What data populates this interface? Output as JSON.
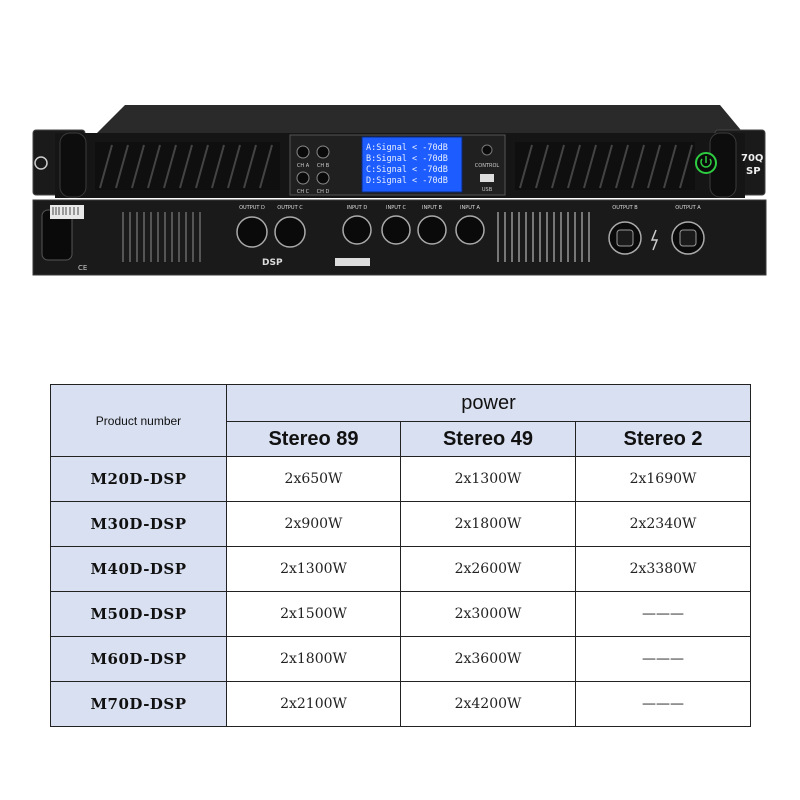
{
  "device": {
    "front": {
      "lcd_lines": [
        "A:Signal < -70dB",
        "B:Signal < -70dB",
        "C:Signal < -70dB",
        "D:Signal < -70dB"
      ],
      "knob_labels": [
        "CH A",
        "CH B",
        "CH C",
        "CH D"
      ],
      "control_label": "CONTROL",
      "usb_label": "USB",
      "model_badge_top": "70Q",
      "model_badge_bottom": "SP"
    },
    "rear": {
      "output_d": "OUTPUT D",
      "output_c": "OUTPUT C",
      "input_labels": [
        "INPUT D",
        "INPUT C",
        "INPUT B",
        "INPUT A"
      ],
      "output_b": "OUTPUT B",
      "output_a": "OUTPUT A",
      "dsp_label": "DSP",
      "ce_label": "CE"
    },
    "colors": {
      "chassis": "#1c1c1c",
      "lcd": "#1d5cff",
      "power_led": "#2ecc40"
    }
  },
  "table": {
    "product_header": "Product number",
    "power_header": "power",
    "columns": [
      "Stereo 89",
      "Stereo 49",
      "Stereo 2"
    ],
    "rows": [
      {
        "model": "M20D-DSP",
        "values": [
          "2x650W",
          "2x1300W",
          "2x1690W"
        ]
      },
      {
        "model": "M30D-DSP",
        "values": [
          "2x900W",
          "2x1800W",
          "2x2340W"
        ]
      },
      {
        "model": "M40D-DSP",
        "values": [
          "2x1300W",
          "2x2600W",
          "2x3380W"
        ]
      },
      {
        "model": "M50D-DSP",
        "values": [
          "2x1500W",
          "2x3000W",
          "———"
        ]
      },
      {
        "model": "M60D-DSP",
        "values": [
          "2x1800W",
          "2x3600W",
          "———"
        ]
      },
      {
        "model": "M70D-DSP",
        "values": [
          "2x2100W",
          "2x4200W",
          "———"
        ]
      }
    ],
    "colors": {
      "header_bg": "#d9e0f1",
      "border": "#222222"
    }
  }
}
